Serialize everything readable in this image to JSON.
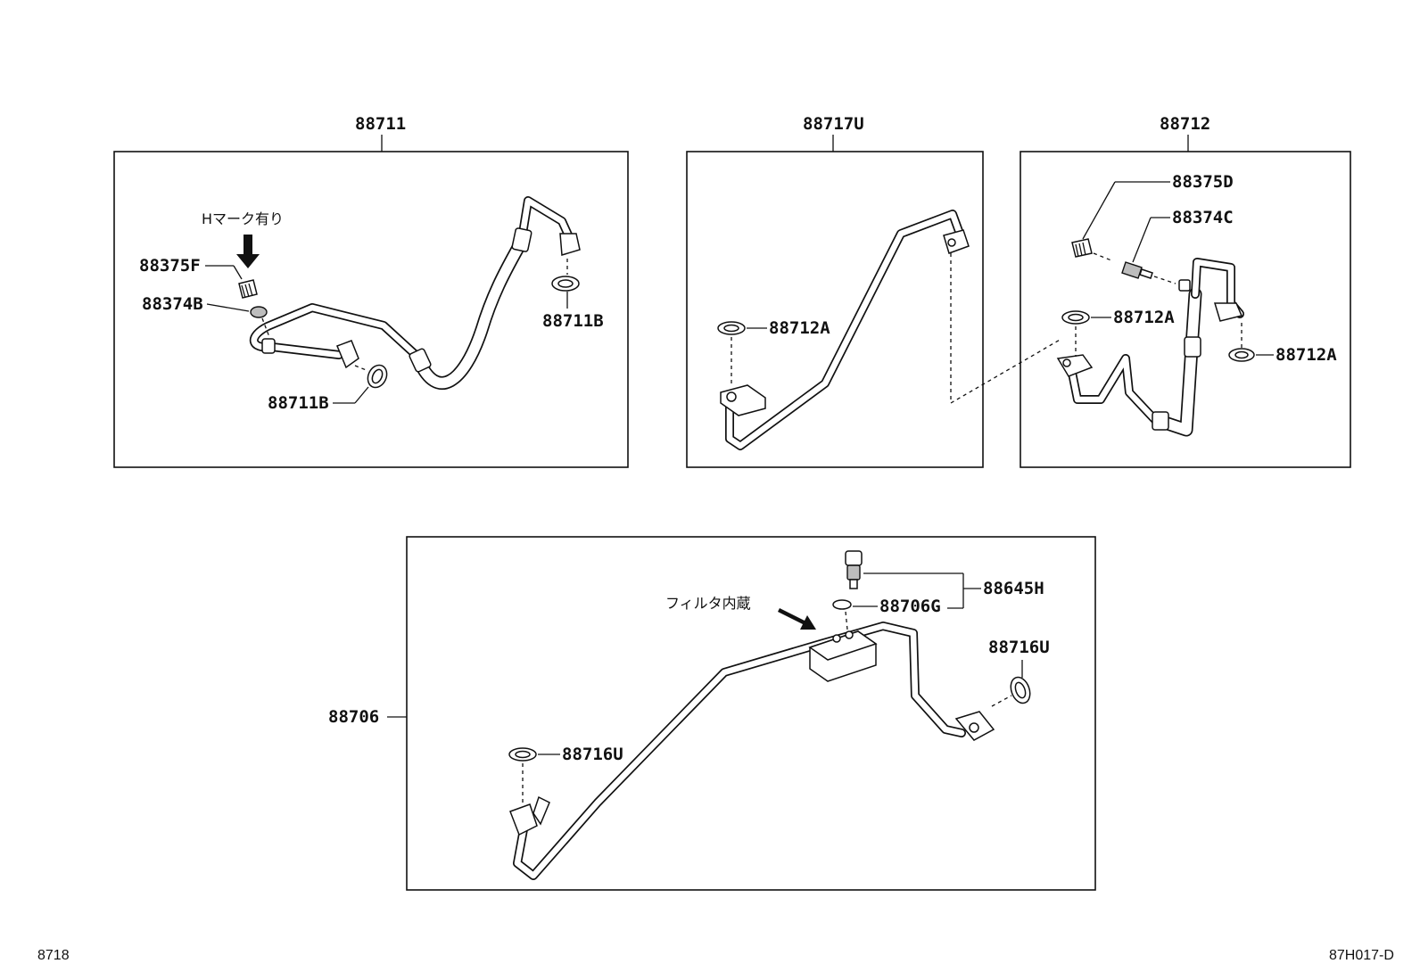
{
  "groups": {
    "hose_88711": {
      "title": "88711",
      "mark_note": "Hマーク有り",
      "labels": [
        "88375F",
        "88374B",
        "88711B",
        "88711B"
      ]
    },
    "tube_88717U": {
      "title": "88717U",
      "labels": [
        "88712A"
      ]
    },
    "hose_88712": {
      "title": "88712",
      "labels": [
        "88375D",
        "88374C",
        "88712A",
        "88712A"
      ]
    },
    "tube_88706": {
      "title": "88706",
      "filter_note": "フィルタ内蔵",
      "labels": [
        "88645H",
        "88706G",
        "88716U",
        "88716U"
      ]
    }
  },
  "footer": {
    "left_code": "8718",
    "right_code": "87H017-D"
  }
}
